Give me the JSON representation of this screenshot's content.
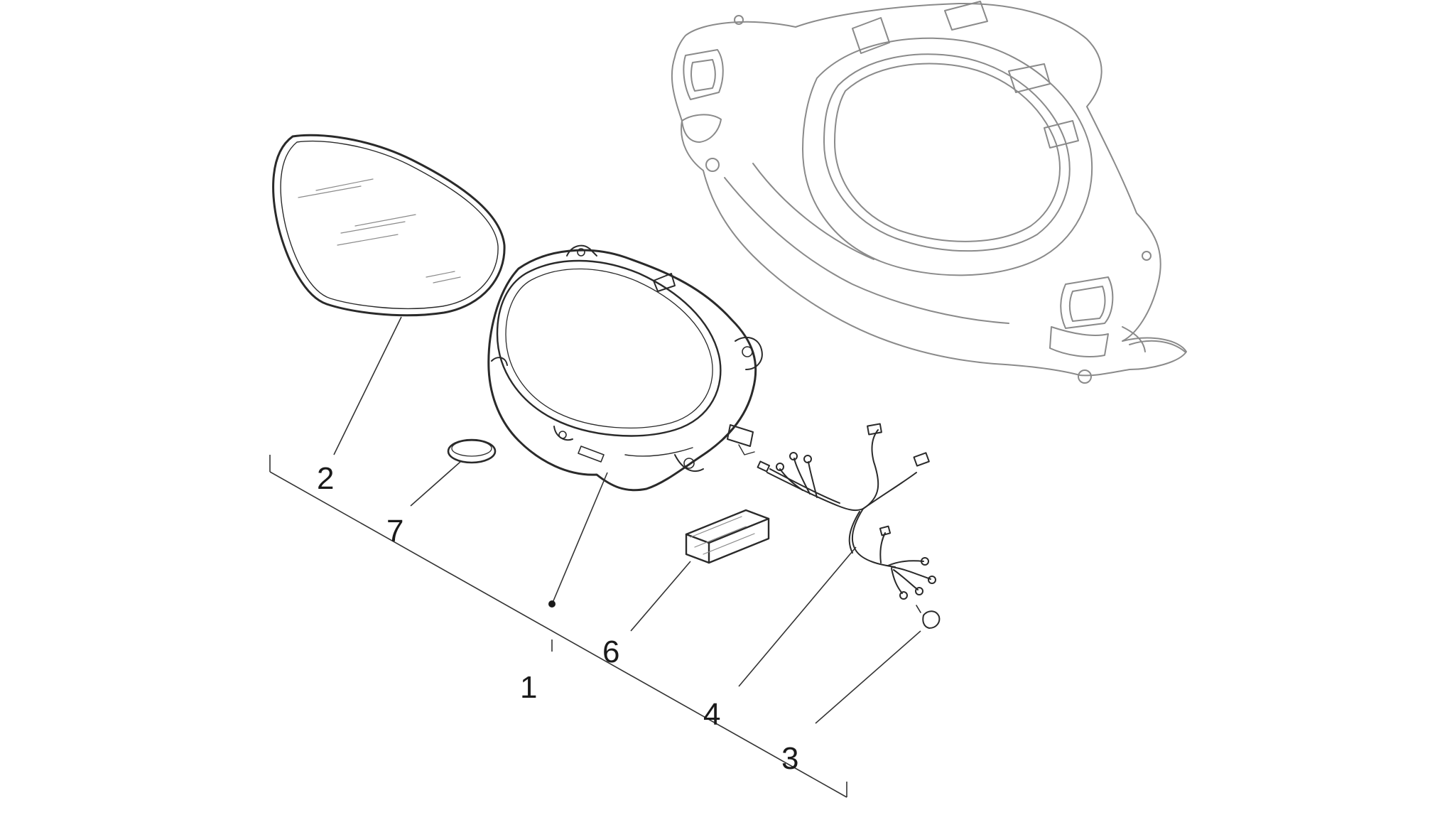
{
  "callouts": {
    "c1": "1",
    "c2": "2",
    "c3": "3",
    "c4": "4",
    "c6": "6",
    "c7": "7"
  },
  "colors": {
    "line": "#2a2a2a",
    "faint": "#8a8a8a",
    "background": "#ffffff"
  }
}
